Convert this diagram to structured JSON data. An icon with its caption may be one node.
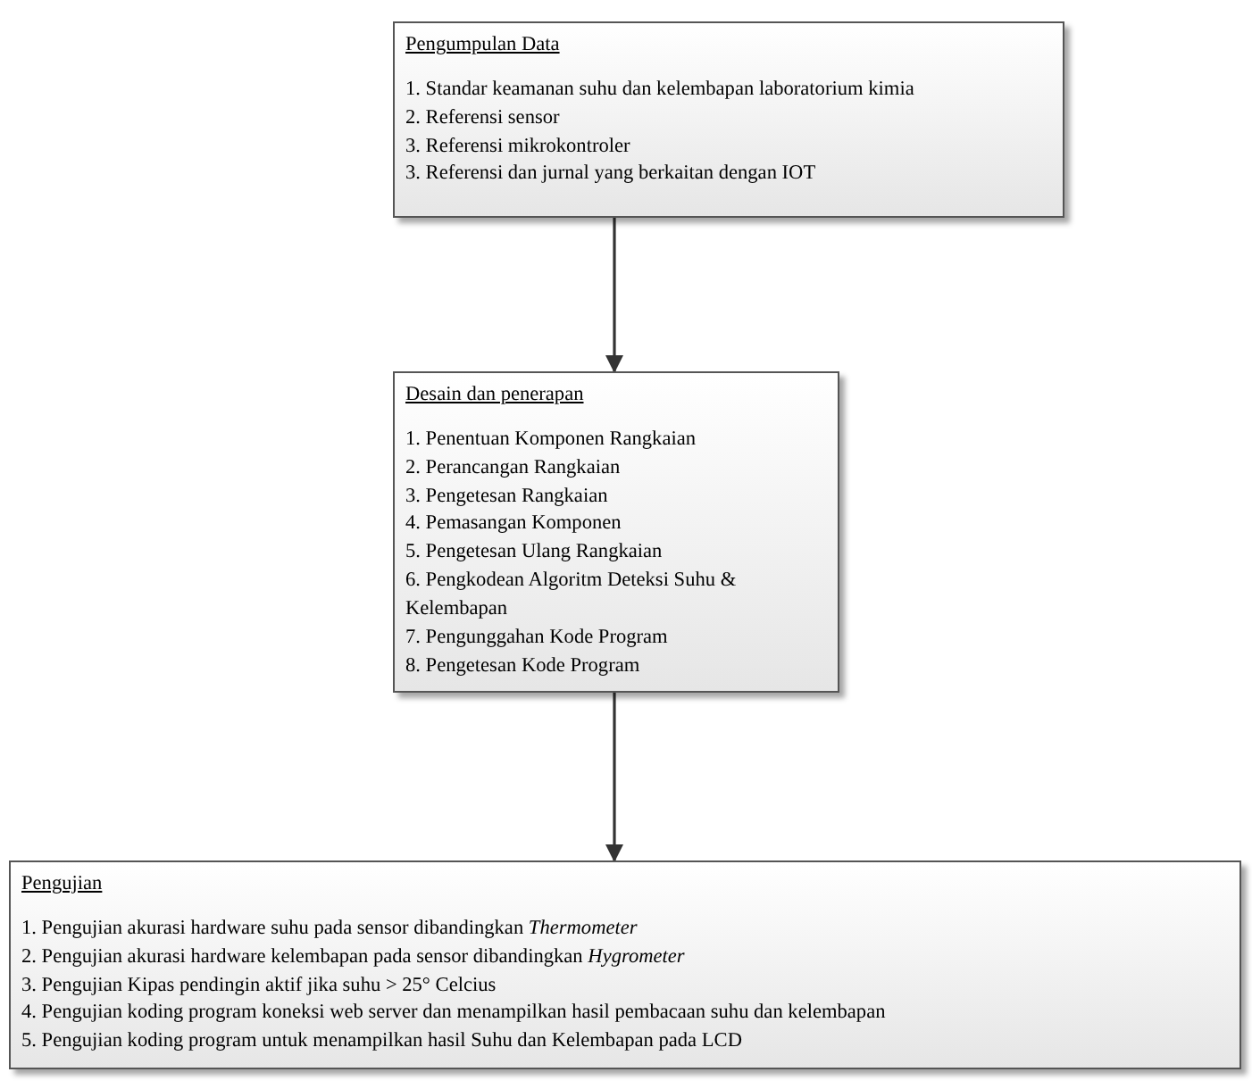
{
  "diagram": {
    "nodes": [
      {
        "text": [
          "Pengumpulan Data",
          "1. Standar keamanan suhu dan kelembapan laboratorium kimia",
          "2. Referensi sensor",
          "3. Referensi mikrokontroler",
          "3. Referensi dan jurnal yang berkaitan dengan IOT"
        ]
      },
      {
        "text": [
          "Desain dan penerapan",
          "1. Penentuan Komponen Rangkaian",
          "2. Perancangan Rangkaian",
          "3. Pengetesan Rangkaian",
          "4. Pemasangan Komponen",
          "5. Pengetesan Ulang Rangkaian",
          "6. Pengkodean Algoritm Deteksi Suhu & Kelembapan",
          "7. Pengunggahan Kode Program",
          "8. Pengetesan Kode Program"
        ]
      },
      {
        "text": [
          "Pengujian",
          "1. Pengujian akurasi hardware suhu pada sensor dibandingkan *Thermometer*",
          "2. Pengujian akurasi hardware kelembapan pada sensor dibandingkan *Hygrometer*",
          "3. Pengujian Kipas pendingin aktif jika suhu > 25° Celcius",
          "4. Pengujian koding program koneksi web server dan menampilkan hasil pembacaan suhu dan kelembapan",
          "5. Pengujian koding program untuk menampilkan hasil Suhu dan Kelembapan pada LCD"
        ]
      }
    ],
    "edges": [
      {
        "from": 0,
        "to": 1,
        "arrow": "to"
      },
      {
        "from": 1,
        "to": 2,
        "arrow": "to"
      }
    ]
  }
}
